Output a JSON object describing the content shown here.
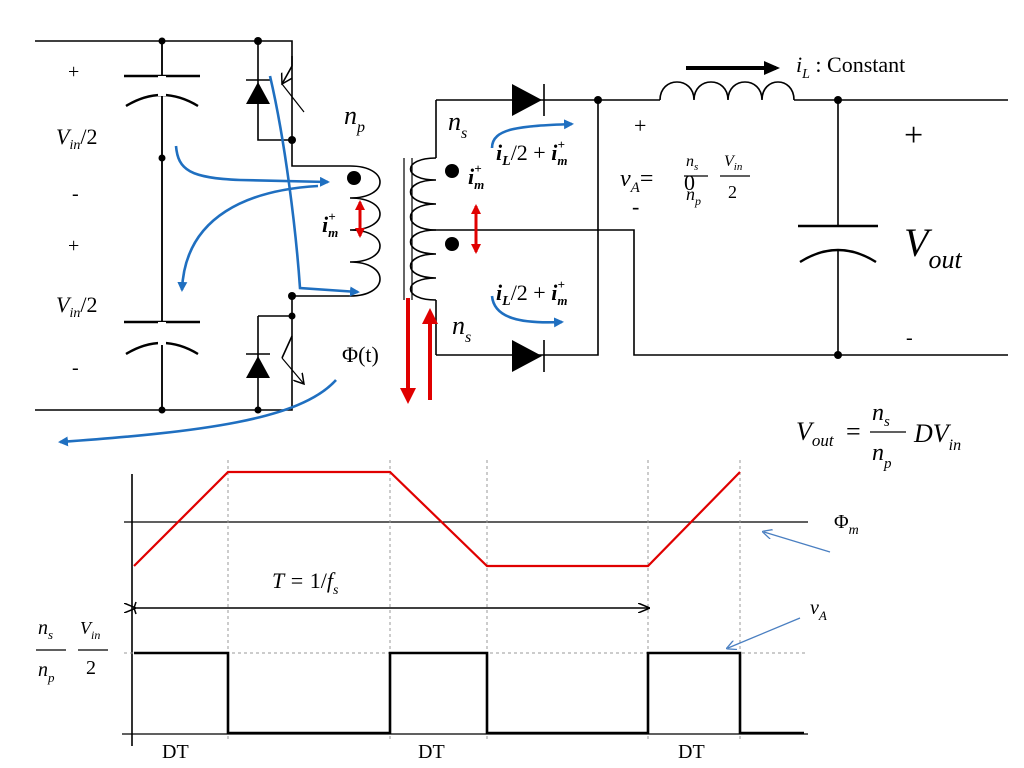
{
  "colors": {
    "wire": "#000000",
    "current_flow": "#1f6fc0",
    "flux_arrows": "#e00000",
    "flux_wave": "#e00000",
    "reference": "#9a9a9a"
  },
  "circuit": {
    "input": {
      "top_plus": "+",
      "top_source": {
        "base": "V",
        "sub": "in",
        "tail": "/2"
      },
      "top_minus": "-",
      "bottom_plus": "+",
      "bottom_source": {
        "base": "V",
        "sub": "in",
        "tail": "/2"
      },
      "bottom_minus": "-"
    },
    "transformer": {
      "primary": {
        "base": "n",
        "sub": "p"
      },
      "secondary_top": {
        "base": "n",
        "sub": "s"
      },
      "secondary_bottom": {
        "base": "n",
        "sub": "s"
      },
      "flux": "Φ(t)",
      "magnetizing_current_primary": {
        "base": "i",
        "sub": "m",
        "sup": "+"
      },
      "magnetizing_current_secondary": {
        "base": "i",
        "sub": "m",
        "sup": "+"
      }
    },
    "secondary_currents": {
      "top": {
        "base": "i",
        "sub": "L",
        "mid": "/2 + ",
        "base2": "i",
        "sub2": "m",
        "sup2": "+"
      },
      "bottom": {
        "base": "i",
        "sub": "L",
        "mid": "/2 + ",
        "base2": "i",
        "sub2": "m",
        "sup2": "+"
      }
    },
    "output": {
      "inductor_current": {
        "base": "i",
        "sub": "L",
        "tail": " : Constant"
      },
      "node_voltage": {
        "lhs_base": "v",
        "lhs_sub": "A",
        "eq": "=",
        "zero": "0",
        "num_n": "n",
        "num_sub": "s",
        "den_n": "n",
        "den_sub": "p",
        "vin_base": "V",
        "vin_sub": "in",
        "two": "2"
      },
      "va_plus": "+",
      "va_minus": "-",
      "out_plus": "+",
      "out_minus": "-",
      "vout": {
        "base": "V",
        "sub": "out"
      }
    },
    "equation": {
      "lhs_base": "V",
      "lhs_sub": "out",
      "eq": "=",
      "num_n": "n",
      "num_sub": "s",
      "den_n": "n",
      "den_sub": "p",
      "rhs": "DV",
      "rhs_sub": "in"
    }
  },
  "waveform": {
    "flux_label": {
      "base": "Φ",
      "sub": "m"
    },
    "period_label": {
      "pre": "T = ",
      "one": "1/",
      "f": "f",
      "sub": "s"
    },
    "va_label": {
      "base": "v",
      "sub": "A"
    },
    "level_label": {
      "num_n": "n",
      "num_sub": "s",
      "den_n": "n",
      "den_sub": "p",
      "vin_base": "V",
      "vin_sub": "in",
      "two": "2"
    },
    "dt_labels": [
      "DT",
      "DT",
      "DT"
    ],
    "flux_levels": [
      "low",
      "high",
      "high",
      "low",
      "low",
      "high"
    ],
    "va_levels": [
      1,
      0,
      1,
      0,
      1,
      0
    ]
  }
}
